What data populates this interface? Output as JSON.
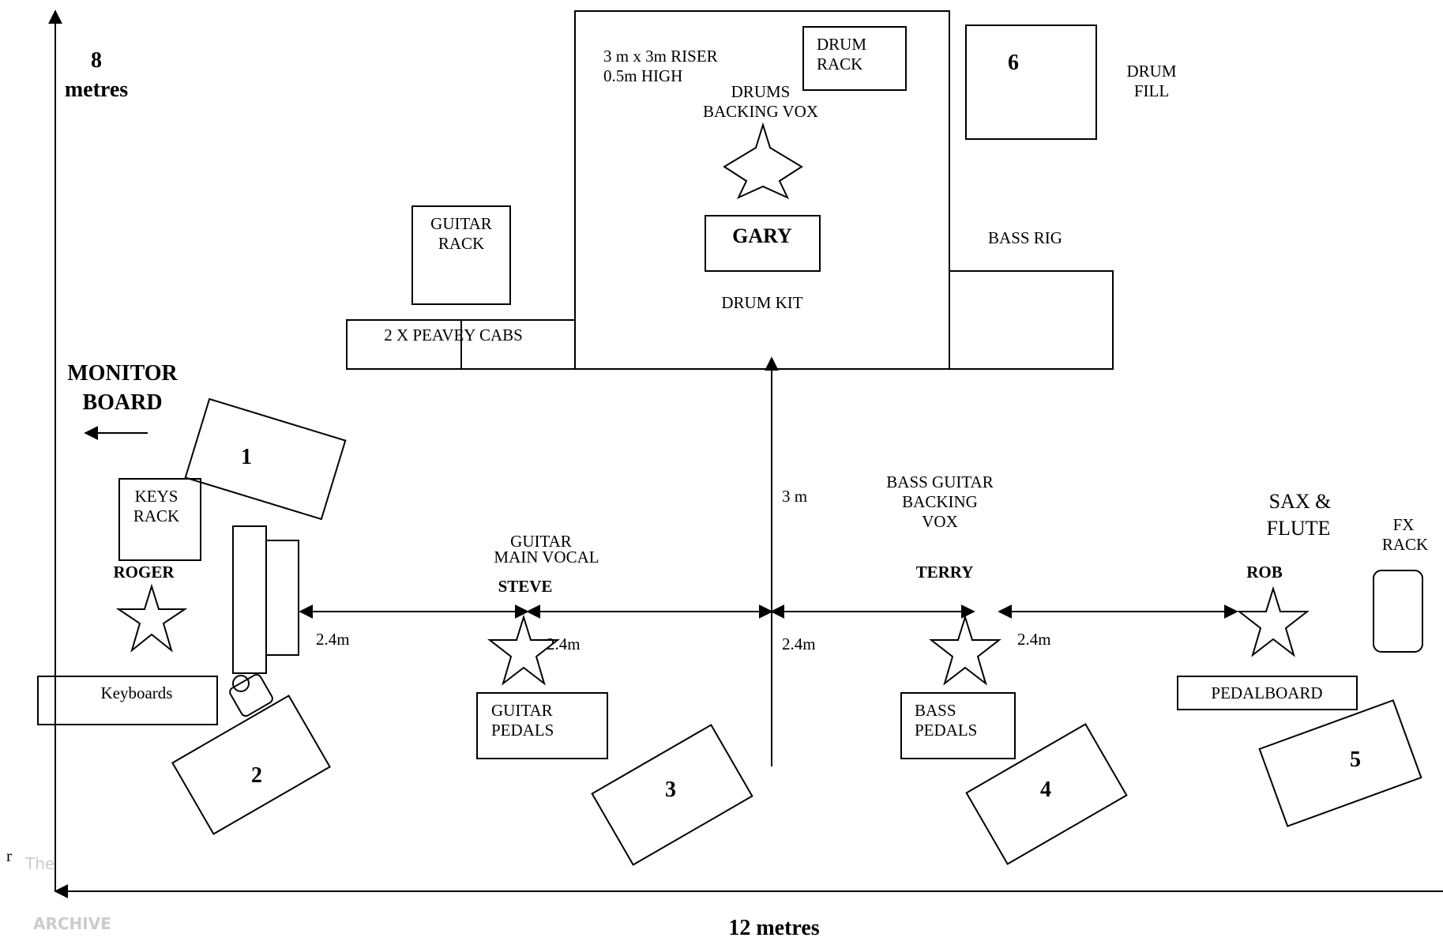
{
  "axes": {
    "vertical_label_1": "8",
    "vertical_label_2": "metres",
    "horizontal_label": "12 metres",
    "stray_mark": "r"
  },
  "monitor_board": {
    "line1": "MONITOR",
    "line2": "BOARD"
  },
  "riser": {
    "line1": "3 m x 3m RISER",
    "line2": "0.5m HIGH"
  },
  "drum_rack": {
    "line1": "DRUM",
    "line2": "RACK"
  },
  "drum_fill": {
    "number": "6",
    "line1": "DRUM",
    "line2": "FILL"
  },
  "drums_role": {
    "line1": "DRUMS",
    "line2": "BACKING VOX"
  },
  "gary": {
    "name": "GARY"
  },
  "drum_kit": {
    "label": "DRUM KIT"
  },
  "bass_rig": {
    "label": "BASS RIG"
  },
  "guitar_rack": {
    "line1": "GUITAR",
    "line2": "RACK"
  },
  "peavey_cabs": {
    "label": "2 X PEAVEY CABS"
  },
  "keys_rack": {
    "line1": "KEYS",
    "line2": "RACK"
  },
  "keyboards": {
    "label": "Keyboards"
  },
  "performers": {
    "roger": {
      "name": "ROGER"
    },
    "steve": {
      "name": "STEVE",
      "role1": "GUITAR",
      "role2": "MAIN VOCAL"
    },
    "terry": {
      "name": "TERRY",
      "role1": "BASS GUITAR",
      "role2": "BACKING",
      "role3": "VOX"
    },
    "rob": {
      "name": "ROB",
      "role1": "SAX &",
      "role2": "FLUTE"
    }
  },
  "guitar_pedals": {
    "line1": "GUITAR",
    "line2": "PEDALS"
  },
  "bass_pedals": {
    "line1": "BASS",
    "line2": "PEDALS"
  },
  "pedalboard": {
    "label": "PEDALBOARD"
  },
  "fx_rack": {
    "line1": "FX",
    "line2": "RACK"
  },
  "distances": {
    "vertical": "3 m",
    "span1": "2.4m",
    "span2": "2.4m",
    "span3": "2.4m",
    "span4": "2.4m"
  },
  "monitors": {
    "m1": "1",
    "m2": "2",
    "m3": "3",
    "m4": "4",
    "m5": "5"
  },
  "watermark": {
    "line1": "The",
    "line2": "ARCHIVE"
  }
}
